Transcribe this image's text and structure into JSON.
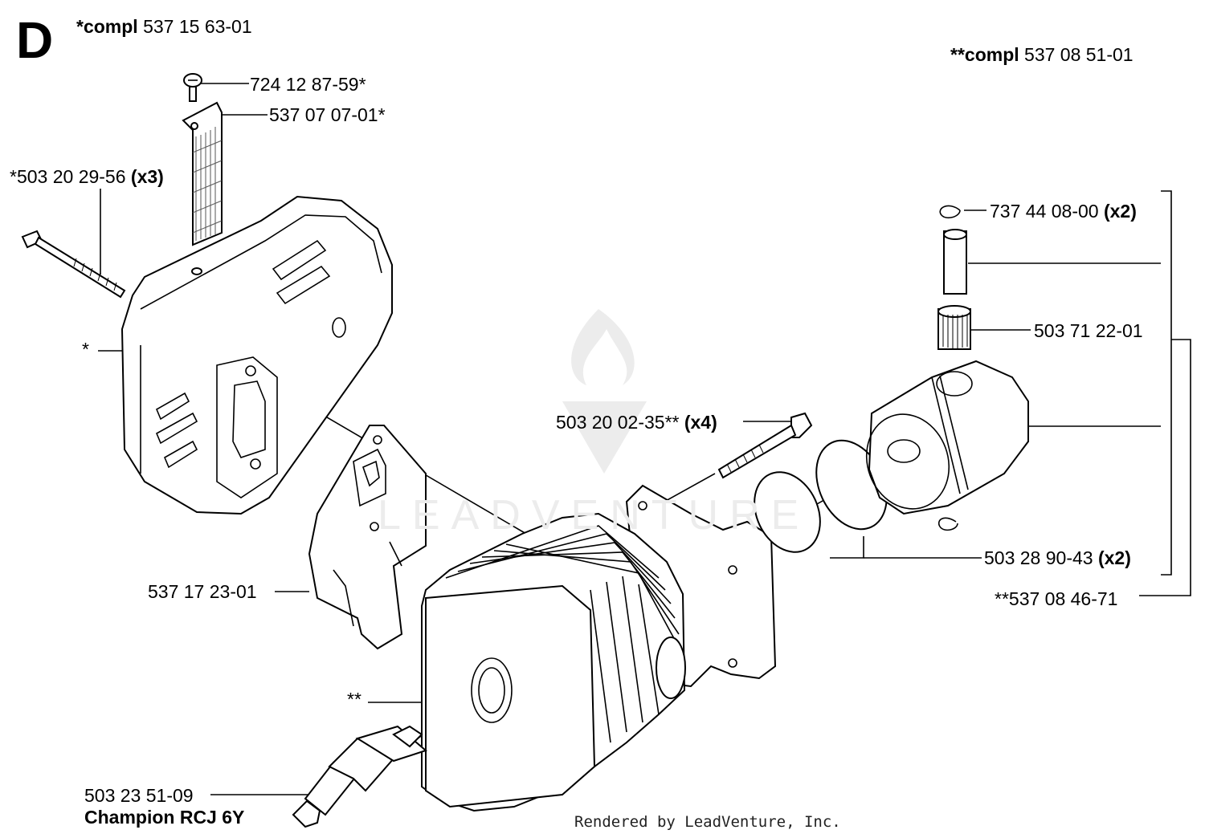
{
  "section": "D",
  "kits": {
    "kit1": {
      "prefix": "*",
      "word": "compl",
      "number": "537 15 63-01"
    },
    "kit2": {
      "prefix": "**",
      "word": "compl",
      "number": "537 08 51-01"
    }
  },
  "callouts": {
    "screw_top": "724 12 87-59*",
    "plate": "537 07 07-01*",
    "bolt": {
      "number": "*503 20 29-56",
      "qty": "(x3)"
    },
    "muffler": "*",
    "gasket": "537 17 23-01",
    "cyl_screw": {
      "number": "503 20 02-35**",
      "qty": "(x4)"
    },
    "cylinder": "**",
    "spark_plug": {
      "number": "503 23 51-09",
      "name": "Champion RCJ 6Y"
    },
    "circlip": {
      "number": "737 44 08-00",
      "qty": "(x2)"
    },
    "bearing": "503 71 22-01",
    "rings": {
      "number": "503 28 90-43",
      "qty": "(x2)"
    },
    "piston_kit": "**537 08 46-71"
  },
  "watermark": "LEADVENTURE",
  "footer": "Rendered by LeadVenture, Inc."
}
